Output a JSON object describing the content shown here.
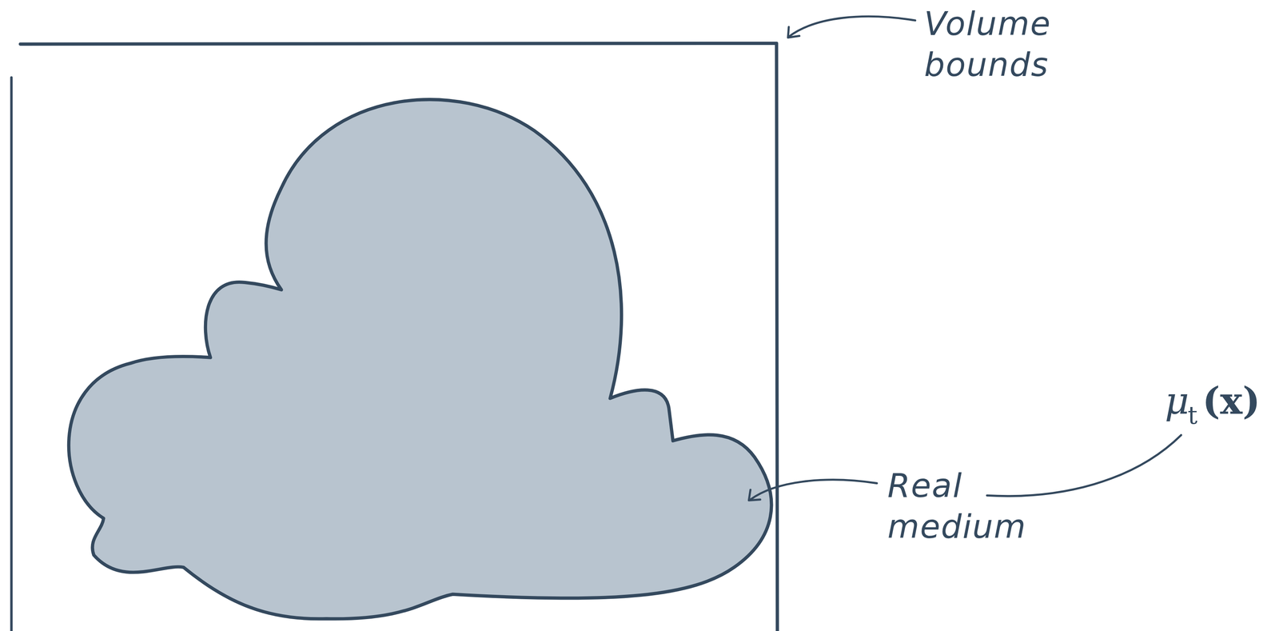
{
  "diagram": {
    "labels": [
      "Volume bounds",
      "Real medium",
      "μ",
      "t",
      "(x)"
    ]
  }
}
